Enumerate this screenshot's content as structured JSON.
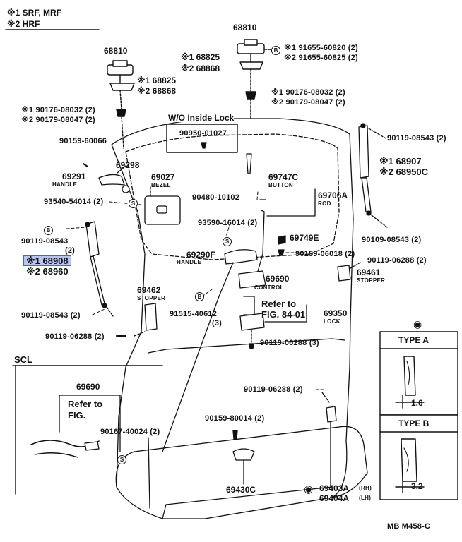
{
  "legend": {
    "note1": "※1 SRF, MRF",
    "note2": "※2 HRF"
  },
  "hinge": {
    "left_part": "68810",
    "left_pad_1": "※1 68825",
    "left_pad_2": "※2 68868",
    "left_nut_1": "※1 90176-08032 (2)",
    "left_nut_2": "※2 90179-08047 (2)",
    "right_part": "68810",
    "right_pad_1": "※1 68825",
    "right_pad_2": "※2 68868",
    "right_bolt_1": "※1 91655-60820 (2)",
    "right_bolt_2": "※2 91655-60825 (2)",
    "right_nut_1": "※1 90176-08032 (2)",
    "right_nut_2": "※2 90179-08047 (2)"
  },
  "parts": {
    "wo_inside_lock": "W/O Inside Lock",
    "p90950": "90950-01027",
    "p90159_60066": "90159-60066",
    "p69298": "69298",
    "p69291": "69291",
    "handle": "HANDLE",
    "p69027": "69027",
    "bezel": "BEZEL",
    "p69747c": "69747C",
    "button": "BUTTON",
    "p90480": "90480-10102",
    "p69706a": "69706A",
    "rod": "ROD",
    "p93540": "93540-54014 (2)",
    "p93590": "93590-16014 (2)",
    "p69749e": "69749E",
    "p90119_08543_left": "90119-08543",
    "qty2": "(2)",
    "p68908_1": "※1 68908",
    "p68960_2": "※2 68960",
    "p69290f": "69290F",
    "handle2": "HANDLE",
    "p90189": "90189-06018 (2)",
    "p69690": "69690",
    "control": "CONTROL",
    "p69462": "69462",
    "stopper_l": "STOPPER",
    "p91515": "91515-40612",
    "qty3": "(3)",
    "refer_fig_1": "Refer to",
    "refer_fig_2": "FIG. 84-01",
    "p69350": "69350",
    "lock": "LOCK",
    "p90119_08543_low": "90119-08543 (2)",
    "p90119_06288_low": "90119-06288 (2)",
    "p90119_06288_3": "90119-06288 (3)",
    "p90119_08543_r": "90119-08543 (2)",
    "p68907_1": "※1 68907",
    "p68950c_2": "※2 68950C",
    "p90109": "90109-08543 (2)",
    "p90119_06288_r": "90119-06288 (2)",
    "p69461": "69461",
    "stopper_r": "STOPPER",
    "p90119_06288_b": "90119-06288 (2)",
    "p90159_80014": "90159-80014 (2)",
    "p69430c": "69430C",
    "p69403a": "69403A",
    "rh": "(RH)",
    "p69404a": "69404A",
    "lh": "(LH)"
  },
  "scl": {
    "title": "SCL",
    "p69690": "69690",
    "refer_1": "Refer to",
    "refer_2": "FIG.",
    "p90167": "90167-40024 (2)"
  },
  "types": {
    "type_a": "TYPE A",
    "dim_a": "1.6",
    "type_b": "TYPE B",
    "dim_b": "3.2"
  },
  "symbols": {
    "bolt": "B",
    "clip": "S"
  },
  "footer": "MB  M458-C",
  "colors": {
    "highlight": "#b9c5ee",
    "highlight_border": "#4b63c9"
  }
}
